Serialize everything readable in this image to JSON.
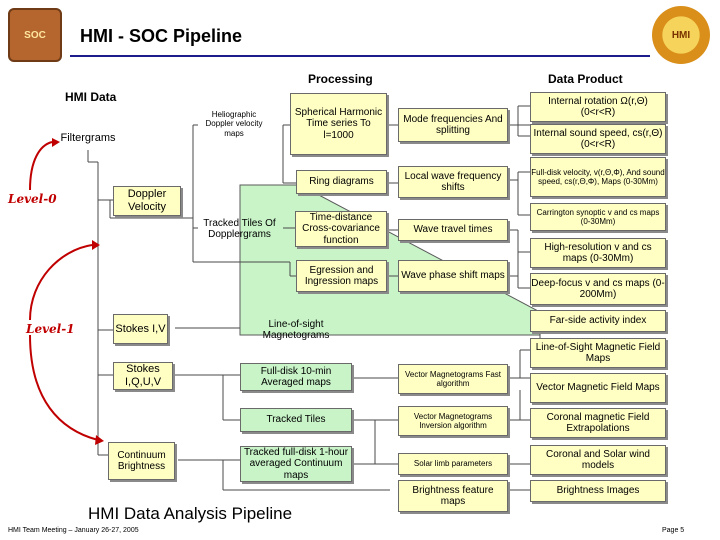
{
  "header": {
    "title": "HMI - SOC Pipeline"
  },
  "columns": {
    "hmi_data": "HMI Data",
    "processing": "Processing",
    "data_product": "Data Product"
  },
  "levels": {
    "level0": "Level-0",
    "level1": "Level-1"
  },
  "hmi_data": {
    "filtergrams": "Filtergrams",
    "doppler": "Doppler Velocity",
    "stokes_iv": "Stokes I,V",
    "stokes_iquv": "Stokes I,Q,U,V",
    "continuum": "Continuum Brightness"
  },
  "processing": {
    "helio_doppler": "Heliographic Doppler velocity maps",
    "tracked_tiles_doppler": "Tracked Tiles Of Dopplergrams",
    "spherical": "Spherical Harmonic Time series To l=1000",
    "ring": "Ring diagrams",
    "time_distance": "Time-distance Cross-covariance function",
    "egression": "Egression and Ingression maps",
    "los_magnetograms": "Line-of-sight Magnetograms",
    "fulldisk_10min": "Full-disk 10-min Averaged maps",
    "tracked_tiles": "Tracked Tiles",
    "tracked_fulldisk": "Tracked full-disk 1-hour averaged Continuum maps"
  },
  "analysis": {
    "mode_freq": "Mode frequencies And splitting",
    "local_wave": "Local wave frequency shifts",
    "wave_travel": "Wave travel times",
    "wave_phase": "Wave phase shift maps",
    "vm_fast": "Vector Magnetograms Fast algorithm",
    "vm_inversion": "Vector Magnetograms Inversion algorithm",
    "solar_limb": "Solar limb parameters",
    "brightness_feature": "Brightness feature maps"
  },
  "products": {
    "internal_rotation": "Internal rotation Ω(r,Θ) (0<r<R)",
    "internal_sound": "Internal sound speed, cs(r,Θ) (0<r<R)",
    "fulldisk_velocity": "Full-disk velocity, v(r,Θ,Φ), And sound speed, cs(r,Θ,Φ), Maps (0-30Mm)",
    "carrington": "Carrington synoptic v and cs maps (0-30Mm)",
    "high_res": "High-resolution v and cs maps (0-30Mm)",
    "deep_focus": "Deep-focus v and cs maps (0-200Mm)",
    "farside": "Far-side activity index",
    "los_field": "Line-of-Sight Magnetic Field Maps",
    "vector_field": "Vector Magnetic Field Maps",
    "coronal_field": "Coronal magnetic Field Extrapolations",
    "coronal_wind": "Coronal and Solar wind models",
    "brightness_images": "Brightness Images"
  },
  "footer": {
    "pipeline_title": "HMI Data Analysis Pipeline",
    "meeting": "HMI Team Meeting – January 26-27, 2005",
    "page": "Page 5"
  },
  "colors": {
    "input_box": "#ffffc4",
    "processing_box": "#c8f4c8",
    "level_arrow": "#c00000",
    "rule": "#1c1c8c"
  }
}
